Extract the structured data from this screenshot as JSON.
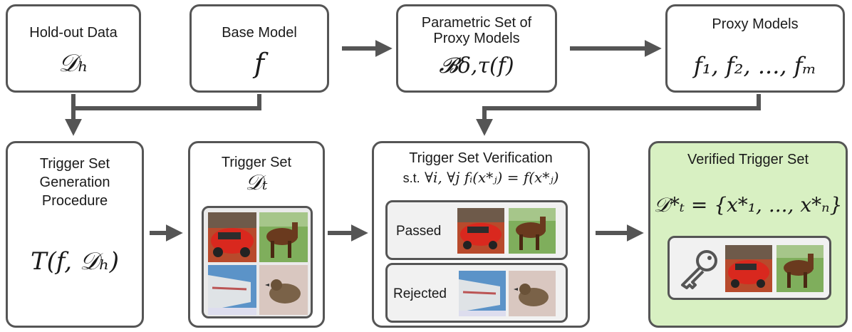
{
  "holdout": {
    "label": "Hold-out Data",
    "math": "𝒟ₕ"
  },
  "base": {
    "label": "Base Model",
    "math": "f"
  },
  "parametric": {
    "label_line1": "Parametric Set of",
    "label_line2": "Proxy Models",
    "math": "𝓑δ,τ(f)"
  },
  "proxy": {
    "label": "Proxy Models",
    "math": "f₁, f₂, ..., fₘ"
  },
  "generation": {
    "line1": "Trigger Set",
    "line2": "Generation",
    "line3": "Procedure",
    "math": "T(f, 𝒟ₕ)"
  },
  "trigger": {
    "label": "Trigger Set",
    "math": "𝒟ₜ"
  },
  "verification": {
    "label": "Trigger Set Verification",
    "st": "s.t.",
    "condition": "∀i, ∀j  fᵢ(x*ⱼ) = f(x*ⱼ)",
    "passed": "Passed",
    "rejected": "Rejected"
  },
  "verified": {
    "label": "Verified Trigger Set",
    "math": "𝒟*ₜ = {x*₁, ..., x*ₙ}"
  },
  "colors": {
    "border": "#555555",
    "arrow": "#555555",
    "green_fill": "#d8f0c2",
    "inner_fill": "#f1f1f1"
  }
}
